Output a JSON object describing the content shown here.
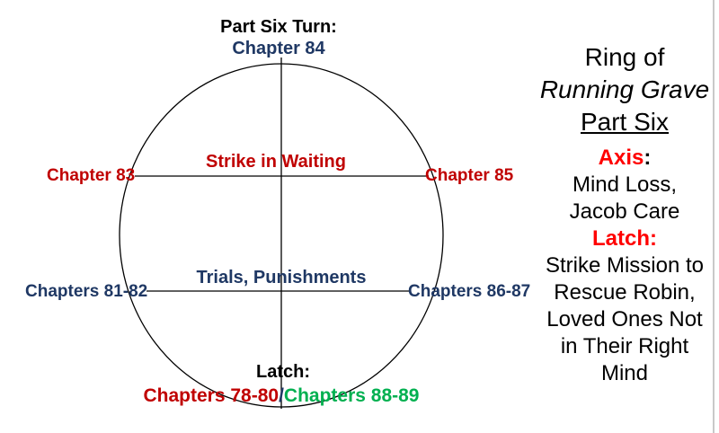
{
  "diagram": {
    "top_label": "Part Six Turn:",
    "top_chapter": "Chapter 84",
    "axis_line_label": "Strike in Waiting",
    "left_chapter": "Chapter 83",
    "right_chapter": "Chapter 85",
    "mid_line_label": "Trials, Punishments",
    "mid_left_chapters": "Chapters 81-82",
    "mid_right_chapters": "Chapters 86-87",
    "latch_label": "Latch:",
    "latch_left": "Chapters 78-80",
    "latch_separator": "/",
    "latch_right": "Chapters 88-89"
  },
  "panel": {
    "title_line1": "Ring of",
    "title_line2": "Running Grave",
    "title_line3": "Part Six",
    "axis_word": "Axis",
    "axis_colon": ":",
    "axis_desc_line1": "Mind Loss,",
    "axis_desc_line2": "Jacob Care",
    "latch_word": "Latch:",
    "latch_desc_line1": "Strike Mission to",
    "latch_desc_line2": "Rescue Robin,",
    "latch_desc_line3": "Loved Ones Not",
    "latch_desc_line4": "in Their Right",
    "latch_desc_line5": "Mind"
  },
  "colors": {
    "navy_text": "#1F3864",
    "diagram_red": "#C00000",
    "panel_red": "#FF0000",
    "green_text": "#00B050",
    "black_text": "#000000",
    "ring_stroke": "#000000",
    "slide_edge_gray": "#C9C9C9"
  }
}
